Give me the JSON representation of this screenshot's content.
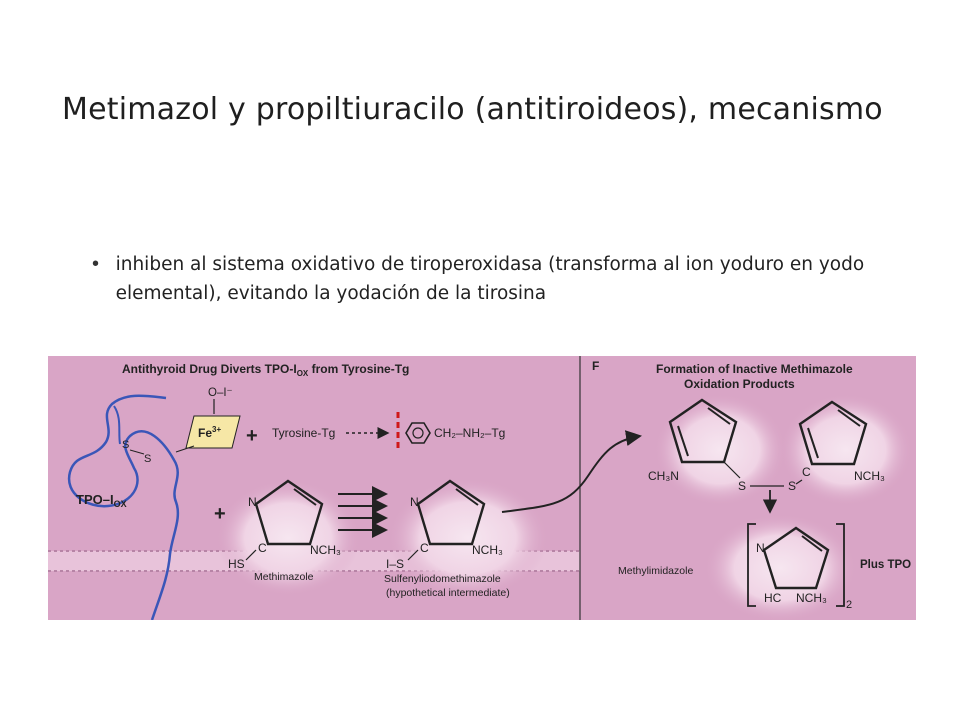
{
  "slide": {
    "title": "Metimazol y propiltiuracilo  (antitiroideos),  mecanismo",
    "bullet_symbol": "•",
    "bullet": "inhiben al sistema oxidativo de tiroperoxidasa (transforma al ion yoduro en yodo elemental), evitando la yodación de la tirosina"
  },
  "figure": {
    "colors": {
      "background": "#d9a5c6",
      "glow": "#f4dfec",
      "ink": "#222222",
      "heme": "#f6e7a6",
      "inhibit": "#d01818"
    },
    "left_panel": {
      "heading": "Antithyroid Drug Diverts TPO-I",
      "heading_sub": "OX",
      "heading_tail": " from Tyrosine-Tg",
      "oi_label": "O–I⁻",
      "fe_label": "Fe",
      "fe_sup": "3+",
      "plus": "+",
      "tyrosine": "Tyrosine-Tg",
      "product": "CH₂–NH₂–Tg",
      "s1": "S",
      "s2": "S",
      "tpo_label": "TPO–I",
      "tpo_sub": "OX",
      "n_label": "N",
      "c_label": "C",
      "nch3": "NCH₃",
      "hs": "HS",
      "is": "I–S",
      "methimazole": "Methimazole",
      "intermediate_1": "Sulfenyliodomethimazole",
      "intermediate_2": "(hypothetical intermediate)"
    },
    "right_panel": {
      "letter": "F",
      "heading_1": "Formation of Inactive Methimazole",
      "heading_2": "Oxidation Products",
      "ch3n": "CH₃N",
      "s": "S",
      "c": "C",
      "nch3": "NCH₃",
      "methylimidazole": "Methylimidazole",
      "n": "N",
      "hc": "HC",
      "subscript": "2",
      "plus_tpo": "Plus TPO"
    }
  }
}
